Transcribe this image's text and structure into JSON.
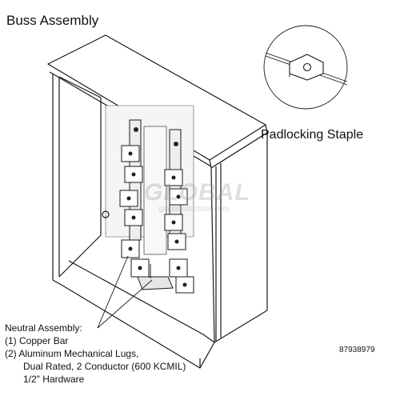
{
  "title": "Buss Assembly",
  "padlock_label": "Padlocking Staple",
  "neutral_assembly": {
    "heading": "Neutral Assembly:",
    "items": [
      "(1) Copper Bar",
      "(2) Aluminum Mechanical Lugs,",
      "Dual Rated, 2 Conductor (600 KCMIL)",
      "1/2\" Hardware"
    ]
  },
  "part_number": "87938979",
  "watermark": {
    "brand": "GLOBAL",
    "sub": "globalindustrial.com"
  }
}
